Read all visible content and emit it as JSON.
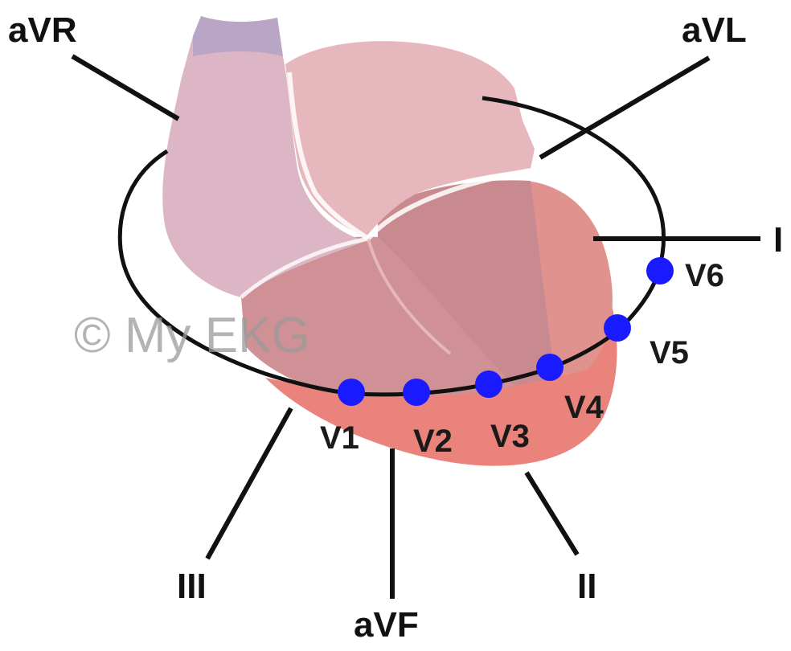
{
  "diagram": {
    "colors": {
      "background": "#ffffff",
      "atrium_right": "#dcb6c4",
      "atrium_left": "#e6b8bd",
      "ventricle_right": "#c98a8f",
      "ventricle_left": "#d79a98",
      "apex": "#e9837c",
      "vessel": "#b9a6c6",
      "lead_line": "#111111",
      "electrode": "#1a1aff"
    },
    "limb_leads": {
      "avr": "aVR",
      "avl": "aVL",
      "i": "I",
      "ii": "II",
      "iii": "III",
      "avf": "aVF"
    },
    "precordial_leads": {
      "v1": "V1",
      "v2": "V2",
      "v3": "V3",
      "v4": "V4",
      "v5": "V5",
      "v6": "V6"
    },
    "watermark": "© My EKG"
  }
}
